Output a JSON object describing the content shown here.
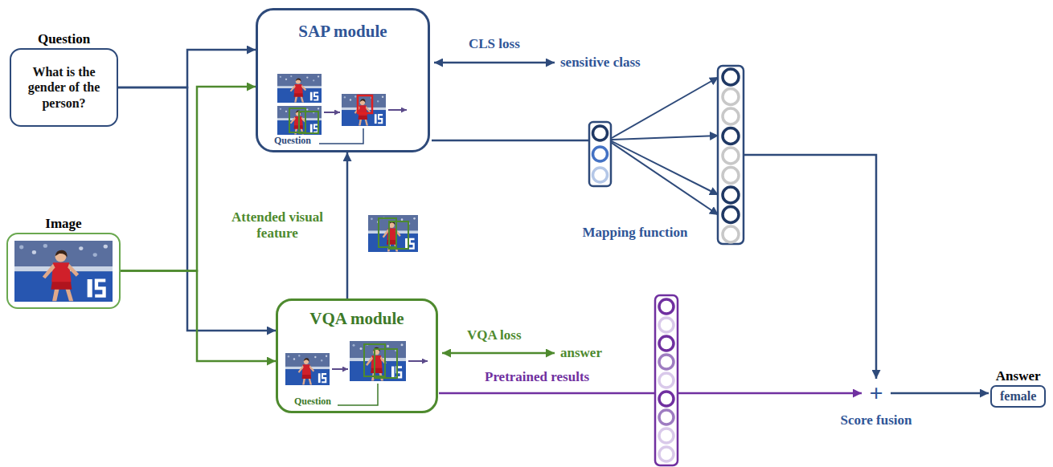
{
  "diagram": {
    "nodes": [
      {
        "text": [
          "Question",
          "What is the gender of the person?"
        ]
      },
      {
        "text": [
          "Image"
        ]
      },
      {
        "text": [
          "SAP module",
          "Question"
        ]
      },
      {
        "text": [
          "VQA module",
          "Question"
        ]
      },
      {
        "text": [
          "Answer",
          "female"
        ]
      }
    ],
    "edges": [
      {
        "from": 0,
        "to": 2,
        "arrow": "to"
      },
      {
        "from": 0,
        "to": 3,
        "arrow": "to"
      },
      {
        "from": 1,
        "to": 2,
        "arrow": "to"
      },
      {
        "from": 1,
        "to": 3,
        "arrow": "to"
      },
      {
        "from": 3,
        "to": 2,
        "label": "Attended visual feature",
        "arrow": "to"
      }
    ],
    "labels": [
      "CLS loss",
      "sensitive class",
      "VQA loss",
      "answer",
      "Pretrained results",
      "Mapping function",
      "+",
      "Score fusion"
    ]
  }
}
